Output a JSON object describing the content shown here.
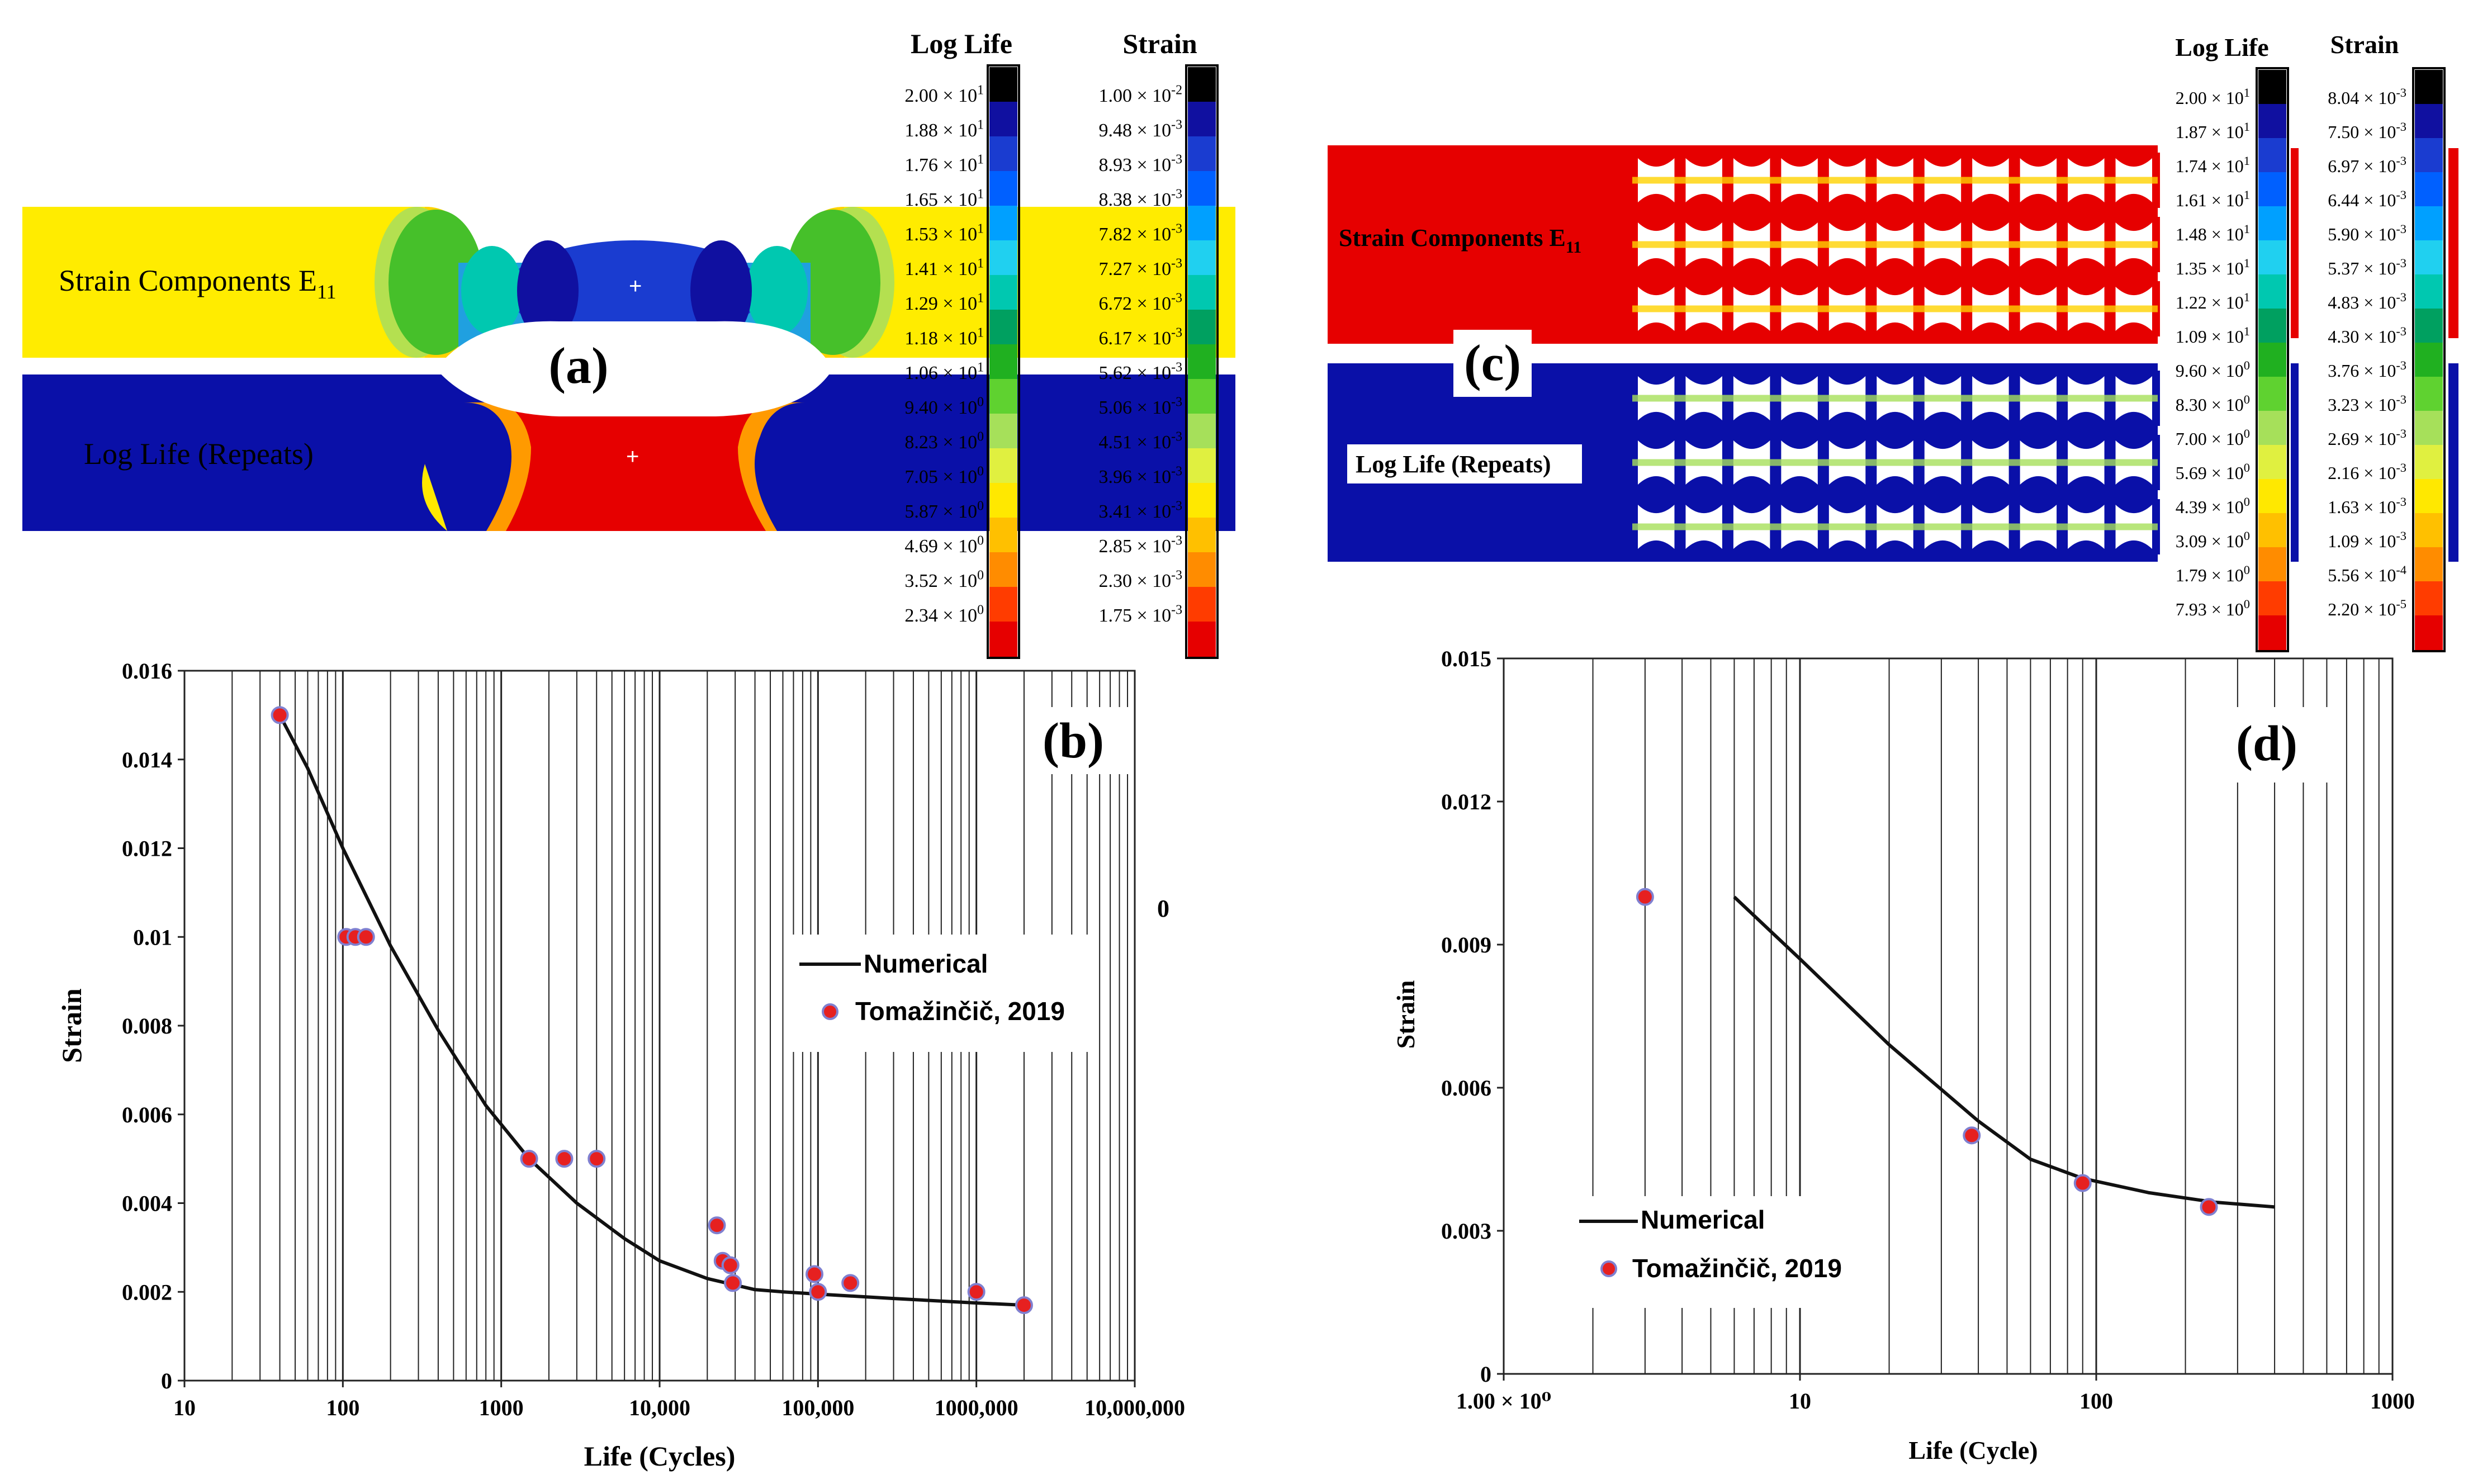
{
  "colors": {
    "contour": [
      "#e60000",
      "#ff3c00",
      "#ff8c00",
      "#ffc000",
      "#ffe800",
      "#e0f040",
      "#a6e05a",
      "#5fd230",
      "#20b020",
      "#00a060",
      "#00c8b0",
      "#20d0f0",
      "#00a0ff",
      "#0060ff",
      "#1a3cd0",
      "#1010a0",
      "#000000"
    ],
    "marker_fill": "#e62020",
    "marker_edge": "#8080d0",
    "line": "#111111",
    "grid": "#222222"
  },
  "panel_a": {
    "label": "(a)",
    "strain_label": "Strain Components E",
    "strain_sub": "11",
    "life_label": "Log Life (Repeats)"
  },
  "panel_c": {
    "label": "(c)",
    "strain_label": "Strain Components E",
    "strain_sub": "11",
    "life_label": "Log Life (Repeats)"
  },
  "legends": {
    "a_log_life": {
      "title": "Log Life",
      "entries": [
        [
          "2.00",
          "1"
        ],
        [
          "1.88",
          "1"
        ],
        [
          "1.76",
          "1"
        ],
        [
          "1.65",
          "1"
        ],
        [
          "1.53",
          "1"
        ],
        [
          "1.41",
          "1"
        ],
        [
          "1.29",
          "1"
        ],
        [
          "1.18",
          "1"
        ],
        [
          "1.06",
          "1"
        ],
        [
          "9.40",
          "0"
        ],
        [
          "8.23",
          "0"
        ],
        [
          "7.05",
          "0"
        ],
        [
          "5.87",
          "0"
        ],
        [
          "4.69",
          "0"
        ],
        [
          "3.52",
          "0"
        ],
        [
          "2.34",
          "0"
        ]
      ]
    },
    "a_strain": {
      "title": "Strain",
      "entries": [
        [
          "1.00",
          "-2"
        ],
        [
          "9.48",
          "-3"
        ],
        [
          "8.93",
          "-3"
        ],
        [
          "8.38",
          "-3"
        ],
        [
          "7.82",
          "-3"
        ],
        [
          "7.27",
          "-3"
        ],
        [
          "6.72",
          "-3"
        ],
        [
          "6.17",
          "-3"
        ],
        [
          "5.62",
          "-3"
        ],
        [
          "5.06",
          "-3"
        ],
        [
          "4.51",
          "-3"
        ],
        [
          "3.96",
          "-3"
        ],
        [
          "3.41",
          "-3"
        ],
        [
          "2.85",
          "-3"
        ],
        [
          "2.30",
          "-3"
        ],
        [
          "1.75",
          "-3"
        ]
      ]
    },
    "c_log_life": {
      "title": "Log Life",
      "entries": [
        [
          "2.00",
          "1"
        ],
        [
          "1.87",
          "1"
        ],
        [
          "1.74",
          "1"
        ],
        [
          "1.61",
          "1"
        ],
        [
          "1.48",
          "1"
        ],
        [
          "1.35",
          "1"
        ],
        [
          "1.22",
          "1"
        ],
        [
          "1.09",
          "1"
        ],
        [
          "9.60",
          "0"
        ],
        [
          "8.30",
          "0"
        ],
        [
          "7.00",
          "0"
        ],
        [
          "5.69",
          "0"
        ],
        [
          "4.39",
          "0"
        ],
        [
          "3.09",
          "0"
        ],
        [
          "1.79",
          "0"
        ],
        [
          "7.93",
          "0"
        ]
      ]
    },
    "c_strain": {
      "title": "Strain",
      "entries": [
        [
          "8.04",
          "-3"
        ],
        [
          "7.50",
          "-3"
        ],
        [
          "6.97",
          "-3"
        ],
        [
          "6.44",
          "-3"
        ],
        [
          "5.90",
          "-3"
        ],
        [
          "5.37",
          "-3"
        ],
        [
          "4.83",
          "-3"
        ],
        [
          "4.30",
          "-3"
        ],
        [
          "3.76",
          "-3"
        ],
        [
          "3.23",
          "-3"
        ],
        [
          "2.69",
          "-3"
        ],
        [
          "2.16",
          "-3"
        ],
        [
          "1.63",
          "-3"
        ],
        [
          "1.09",
          "-3"
        ],
        [
          "5.56",
          "-4"
        ],
        [
          "2.20",
          "-5"
        ]
      ]
    }
  },
  "stray_label": "0",
  "chart_data": [
    {
      "type": "scatter",
      "panel_label": "(b)",
      "xlabel": "Life (Cycles)",
      "ylabel": "Strain",
      "xscale": "log",
      "xlim": [
        10,
        10000000
      ],
      "ylim": [
        0,
        0.016
      ],
      "grid": true,
      "legend_position": "center-right",
      "x_tick_labels": [
        {
          "v": 10,
          "t": "10"
        },
        {
          "v": 100,
          "t": "100"
        },
        {
          "v": 1000,
          "t": "1000"
        },
        {
          "v": 10000,
          "t": "10,000"
        },
        {
          "v": 100000,
          "t": "100,000"
        },
        {
          "v": 1000000,
          "t": "1000,000"
        },
        {
          "v": 10000000,
          "t": "10,000,000"
        }
      ],
      "y_tick_labels": [
        {
          "v": 0,
          "t": "0"
        },
        {
          "v": 0.002,
          "t": "0.002"
        },
        {
          "v": 0.004,
          "t": "0.004"
        },
        {
          "v": 0.006,
          "t": "0.006"
        },
        {
          "v": 0.008,
          "t": "0.008"
        },
        {
          "v": 0.01,
          "t": "0.01"
        },
        {
          "v": 0.012,
          "t": "0.012"
        },
        {
          "v": 0.014,
          "t": "0.014"
        },
        {
          "v": 0.016,
          "t": "0.016"
        }
      ],
      "series": [
        {
          "name": "Numerical",
          "kind": "line",
          "x": [
            40,
            60,
            100,
            200,
            400,
            800,
            1500,
            3000,
            6000,
            10000,
            20000,
            40000,
            60000,
            100000,
            300000,
            1000000,
            2000000
          ],
          "y": [
            0.015,
            0.0138,
            0.012,
            0.0098,
            0.0079,
            0.0062,
            0.005,
            0.004,
            0.0032,
            0.0027,
            0.0023,
            0.00205,
            0.002,
            0.00195,
            0.00185,
            0.00175,
            0.0017
          ]
        },
        {
          "name": "Tomažinčič, 2019",
          "kind": "scatter",
          "x": [
            40,
            105,
            120,
            140,
            1500,
            2500,
            4000,
            23000,
            25000,
            28000,
            29000,
            95000,
            100000,
            160000,
            1000000,
            2000000
          ],
          "y": [
            0.015,
            0.01,
            0.01,
            0.01,
            0.005,
            0.005,
            0.005,
            0.0035,
            0.0027,
            0.0026,
            0.0022,
            0.0024,
            0.002,
            0.0022,
            0.002,
            0.0017
          ]
        }
      ]
    },
    {
      "type": "scatter",
      "panel_label": "(d)",
      "xlabel": "Life (Cycle)",
      "ylabel": "Strain",
      "xscale": "log",
      "xlim": [
        1,
        1000
      ],
      "ylim": [
        0,
        0.015
      ],
      "grid": true,
      "legend_position": "bottom-left",
      "x_tick_labels": [
        {
          "v": 1,
          "t": "1.00 × 10⁰"
        },
        {
          "v": 10,
          "t": "10"
        },
        {
          "v": 100,
          "t": "100"
        },
        {
          "v": 1000,
          "t": "1000"
        }
      ],
      "y_tick_labels": [
        {
          "v": 0,
          "t": "0"
        },
        {
          "v": 0.003,
          "t": "0.003"
        },
        {
          "v": 0.006,
          "t": "0.006"
        },
        {
          "v": 0.009,
          "t": "0.009"
        },
        {
          "v": 0.012,
          "t": "0.012"
        },
        {
          "v": 0.015,
          "t": "0.015"
        }
      ],
      "series": [
        {
          "name": "Numerical",
          "kind": "line",
          "x": [
            6,
            10,
            20,
            40,
            60,
            90,
            150,
            250,
            400
          ],
          "y": [
            0.01,
            0.0087,
            0.0069,
            0.0053,
            0.0045,
            0.0041,
            0.0038,
            0.0036,
            0.0035
          ]
        },
        {
          "name": "Tomažinčič, 2019",
          "kind": "scatter",
          "x": [
            3,
            38,
            90,
            240
          ],
          "y": [
            0.01,
            0.005,
            0.004,
            0.0035
          ]
        }
      ]
    }
  ]
}
